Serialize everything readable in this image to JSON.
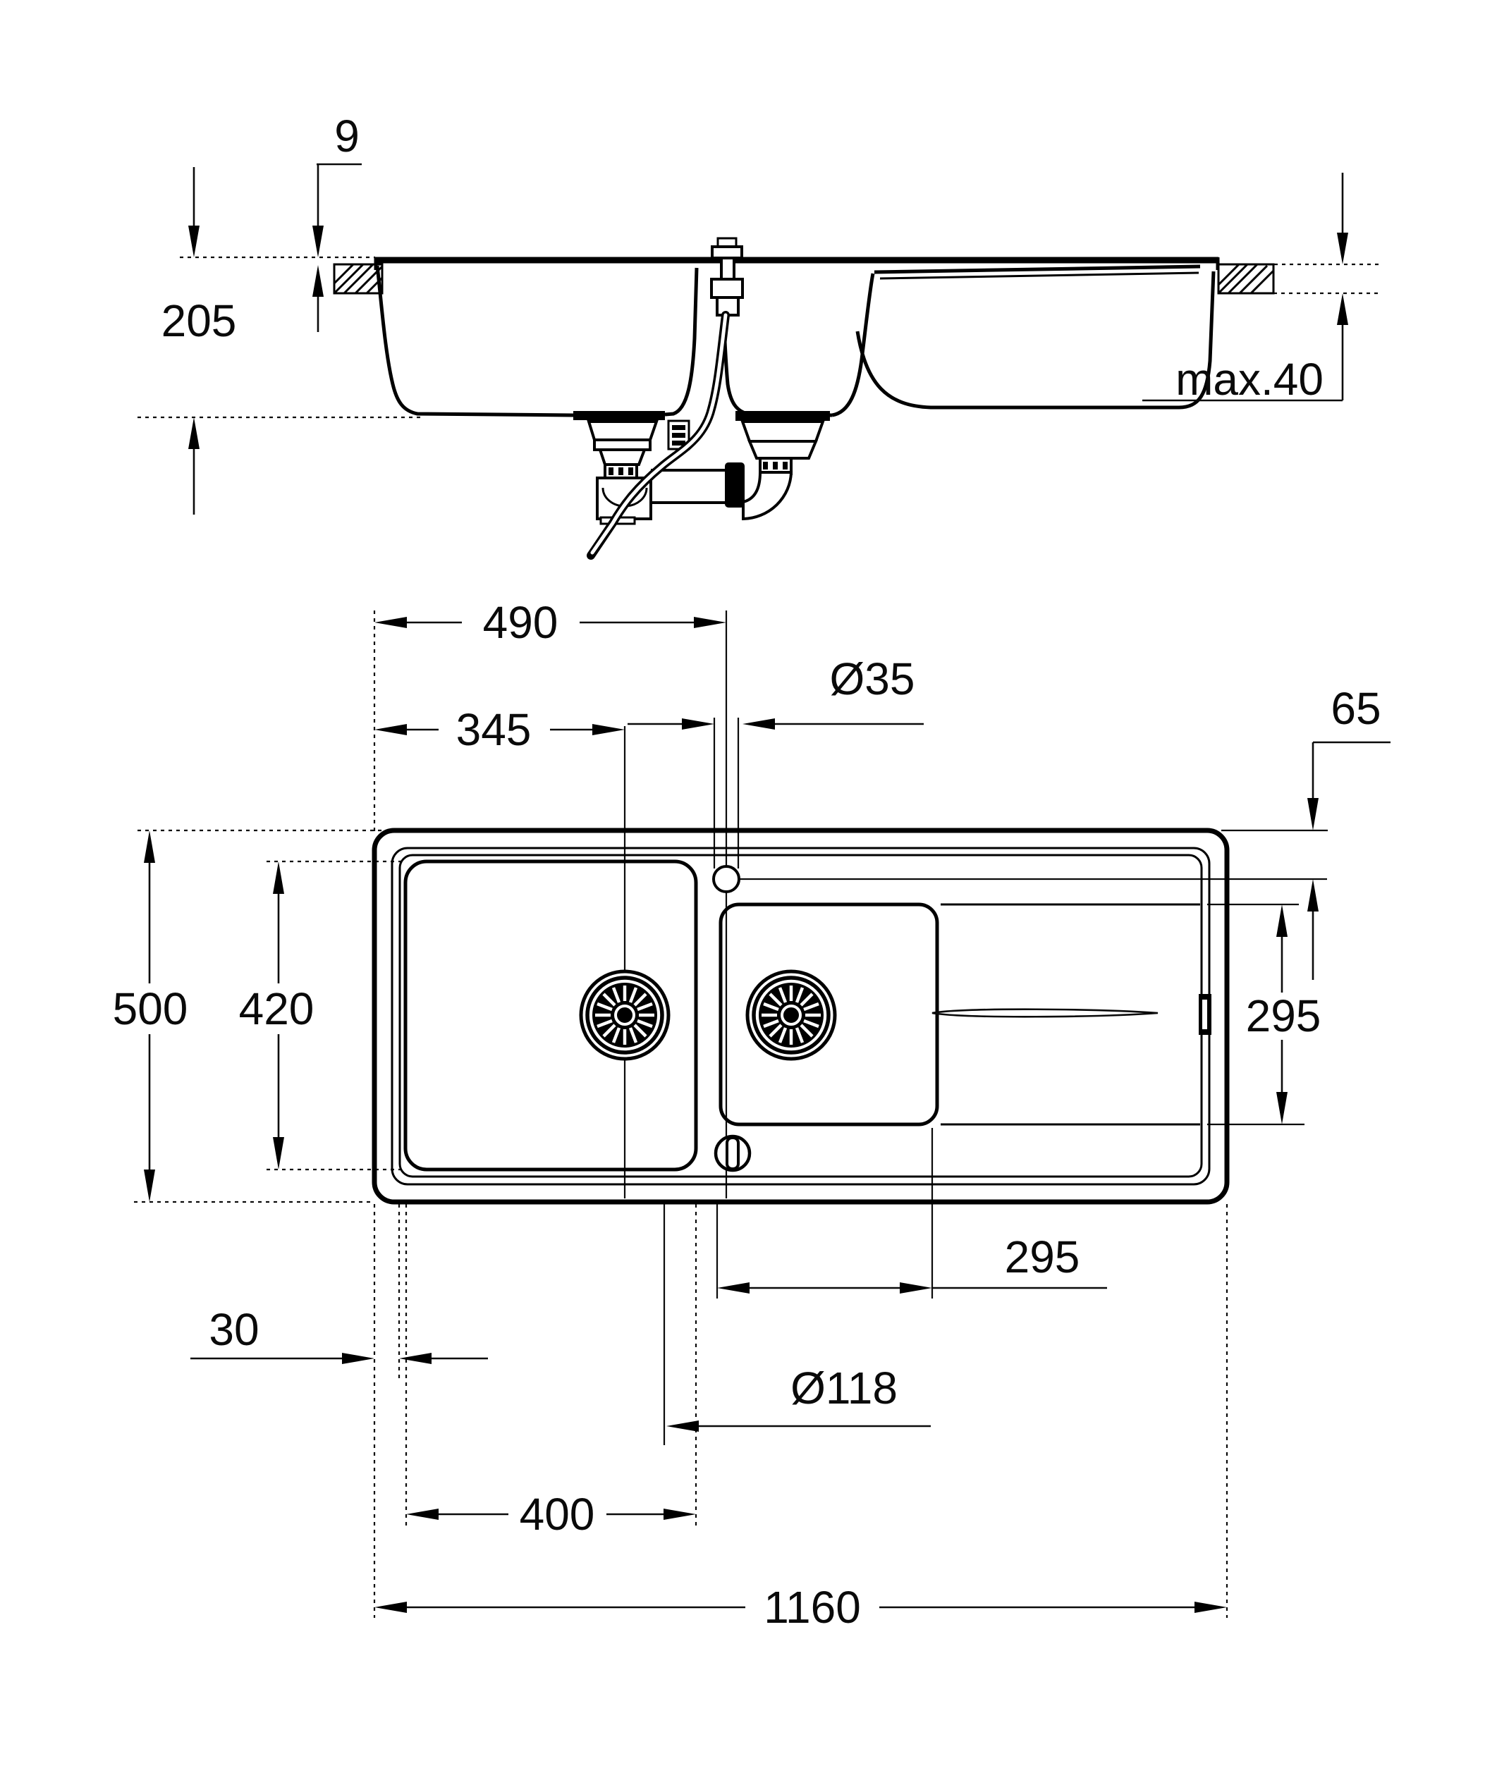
{
  "drawing": {
    "type": "sink-installation-dimension-drawing",
    "units": "mm",
    "dims": {
      "rim_thickness": "9",
      "bowl_depth": "205",
      "counter_thickness": "max.40",
      "tap_from_left": "490",
      "drain_from_left": "345",
      "tap_hole_diameter": "Ø35",
      "tap_from_rear": "65",
      "overall_depth": "500",
      "main_bowl_depth": "420",
      "drainer_section_depth": "295",
      "small_bowl_width": "295",
      "rim_to_bowl_gap": "30",
      "drain_hole_diameter": "Ø118",
      "main_bowl_width": "400",
      "overall_length": "1160"
    }
  }
}
